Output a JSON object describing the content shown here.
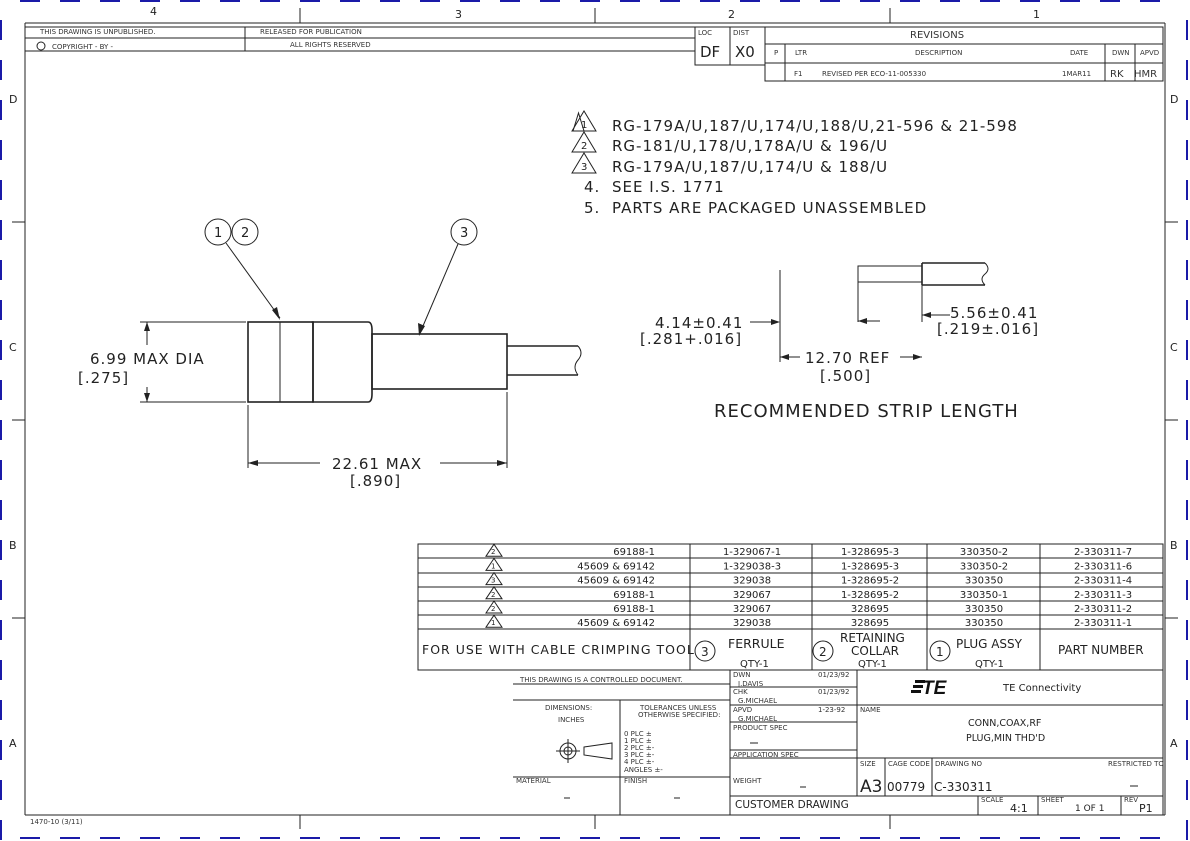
{
  "border": {
    "top_zones": [
      "4",
      "3",
      "2",
      "1"
    ],
    "side_zones": [
      "D",
      "C",
      "B",
      "A"
    ]
  },
  "title_strip": {
    "unpublished": "THIS DRAWING IS UNPUBLISHED.",
    "copyright": "COPYRIGHT  -   BY -",
    "released": "RELEASED FOR PUBLICATION",
    "rights": "ALL RIGHTS RESERVED"
  },
  "loc_dist": {
    "loc_label": "LOC",
    "loc": "DF",
    "dist_label": "DIST",
    "dist": "X0"
  },
  "revisions": {
    "title": "REVISIONS",
    "headers": [
      "P",
      "LTR",
      "DESCRIPTION",
      "DATE",
      "DWN",
      "APVD"
    ],
    "row": {
      "ltr": "F1",
      "description": "REVISED PER ECO-11-005330",
      "date": "1MAR11",
      "dwn": "RK",
      "apvd": "HMR"
    }
  },
  "notes": [
    {
      "num": "1",
      "flag": true,
      "text": "RG-179A/U,187/U,174/U,188/U,21-596 & 21-598"
    },
    {
      "num": "2",
      "flag": true,
      "text": "RG-181/U,178/U,178A/U & 196/U"
    },
    {
      "num": "3",
      "flag": true,
      "text": "RG-179A/U,187/U,174/U & 188/U"
    },
    {
      "num": "4.",
      "flag": false,
      "text": "SEE I.S. 1771"
    },
    {
      "num": "5.",
      "flag": false,
      "text": "PARTS ARE PACKAGED UNASSEMBLED"
    }
  ],
  "assembly": {
    "balloon_a": "1",
    "balloon_b": "2",
    "balloon_c": "3",
    "dia_mm": "6.99  MAX  DIA",
    "dia_in": "[.275]",
    "len_mm": "22.61  MAX",
    "len_in": "[.890]"
  },
  "strip": {
    "d1_mm": "4.14±0.41",
    "d1_in": "[.281+.016]",
    "d2_mm": "5.56±0.41",
    "d2_in": "[.219±.016]",
    "d3_mm": "12.70  REF",
    "d3_in": "[.500]",
    "title": "RECOMMENDED  STRIP  LENGTH"
  },
  "part_table": {
    "rows": [
      {
        "flag": "2",
        "tool": "69188-1",
        "ferrule": "1-329067-1",
        "collar": "1-328695-3",
        "plug": "330350-2",
        "part": "2-330311-7"
      },
      {
        "flag": "1",
        "tool": "45609  &  69142",
        "ferrule": "1-329038-3",
        "collar": "1-328695-3",
        "plug": "330350-2",
        "part": "2-330311-6"
      },
      {
        "flag": "3",
        "tool": "45609  &  69142",
        "ferrule": "329038",
        "collar": "1-328695-2",
        "plug": "330350",
        "part": "2-330311-4"
      },
      {
        "flag": "2",
        "tool": "69188-1",
        "ferrule": "329067",
        "collar": "1-328695-2",
        "plug": "330350-1",
        "part": "2-330311-3"
      },
      {
        "flag": "2",
        "tool": "69188-1",
        "ferrule": "329067",
        "collar": "328695",
        "plug": "330350",
        "part": "2-330311-2"
      },
      {
        "flag": "1",
        "tool": "45609  &  69142",
        "ferrule": "329038",
        "collar": "328695",
        "plug": "330350",
        "part": "2-330311-1"
      }
    ],
    "footer": {
      "tool": "FOR  USE  WITH  CABLE  CRIMPING  TOOL",
      "ferrule_num": "3",
      "ferrule": "FERRULE",
      "ferrule_qty": "QTY-1",
      "collar_num": "2",
      "collar_1": "RETAINING",
      "collar_2": "COLLAR",
      "collar_qty": "QTY-1",
      "plug_num": "1",
      "plug": "PLUG ASSY",
      "plug_qty": "QTY-1",
      "part": "PART  NUMBER"
    }
  },
  "title_block": {
    "controlled": "THIS DRAWING IS A CONTROLLED DOCUMENT.",
    "dwn_label": "DWN",
    "dwn": "J.DAVIS",
    "dwn_date": "01/23/92",
    "chk_label": "CHK",
    "chk": "G.MICHAEL",
    "chk_date": "01/23/92",
    "apvd_label": "APVD",
    "apvd": "G.MICHAEL",
    "apvd_date": "1-23-92",
    "product_spec": "PRODUCT SPEC",
    "application_spec": "APPLICATION SPEC",
    "weight": "WEIGHT",
    "dims_label": "DIMENSIONS:",
    "dims_unit": "INCHES",
    "tol_label_1": "TOLERANCES UNLESS",
    "tol_label_2": "OTHERWISE SPECIFIED:",
    "tol_rows": [
      "0 PLC   ±",
      "1 PLC   ±",
      "2 PLC   ±-",
      "3 PLC   ±-",
      "4 PLC   ±-",
      "ANGLES     ±-"
    ],
    "material": "MATERIAL",
    "finish": "FINISH",
    "name_label": "NAME",
    "name_1": "CONN,COAX,RF",
    "name_2": "PLUG,MIN THD'D",
    "company": "TE  Connectivity",
    "logo": "TE",
    "size_label": "SIZE",
    "size": "A3",
    "cage_label": "CAGE CODE",
    "cage": "00779",
    "dwg_label": "DRAWING NO",
    "dwg": "C-330311",
    "restricted": "RESTRICTED TO",
    "customer": "CUSTOMER  DRAWING",
    "scale_label": "SCALE",
    "scale": "4:1",
    "sheet_label": "SHEET",
    "sheet": "1 OF 1",
    "rev_label": "REV",
    "rev": "P1"
  },
  "form_no": "1470-10  (3/11)"
}
